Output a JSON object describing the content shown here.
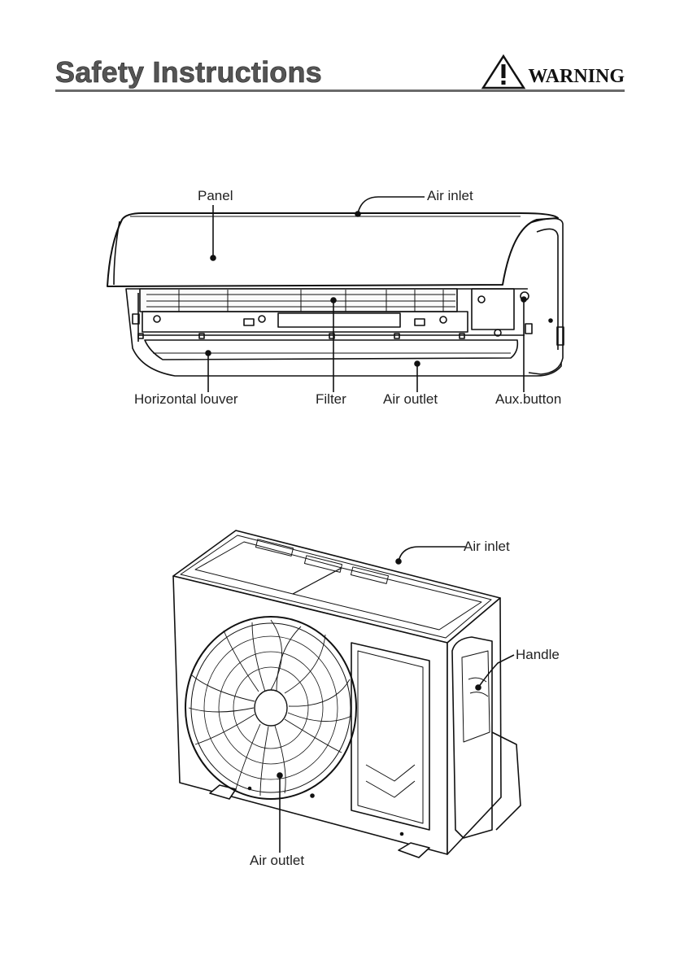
{
  "header": {
    "title": "Safety Instructions",
    "warning": "WARNING"
  },
  "indoor_unit": {
    "labels": {
      "panel": "Panel",
      "air_inlet": "Air inlet",
      "horizontal_louver": "Horizontal louver",
      "filter": "Filter",
      "air_outlet": "Air outlet",
      "aux_button": "Aux.button"
    }
  },
  "outdoor_unit": {
    "labels": {
      "air_inlet": "Air inlet",
      "handle": "Handle",
      "air_outlet": "Air outlet"
    }
  }
}
